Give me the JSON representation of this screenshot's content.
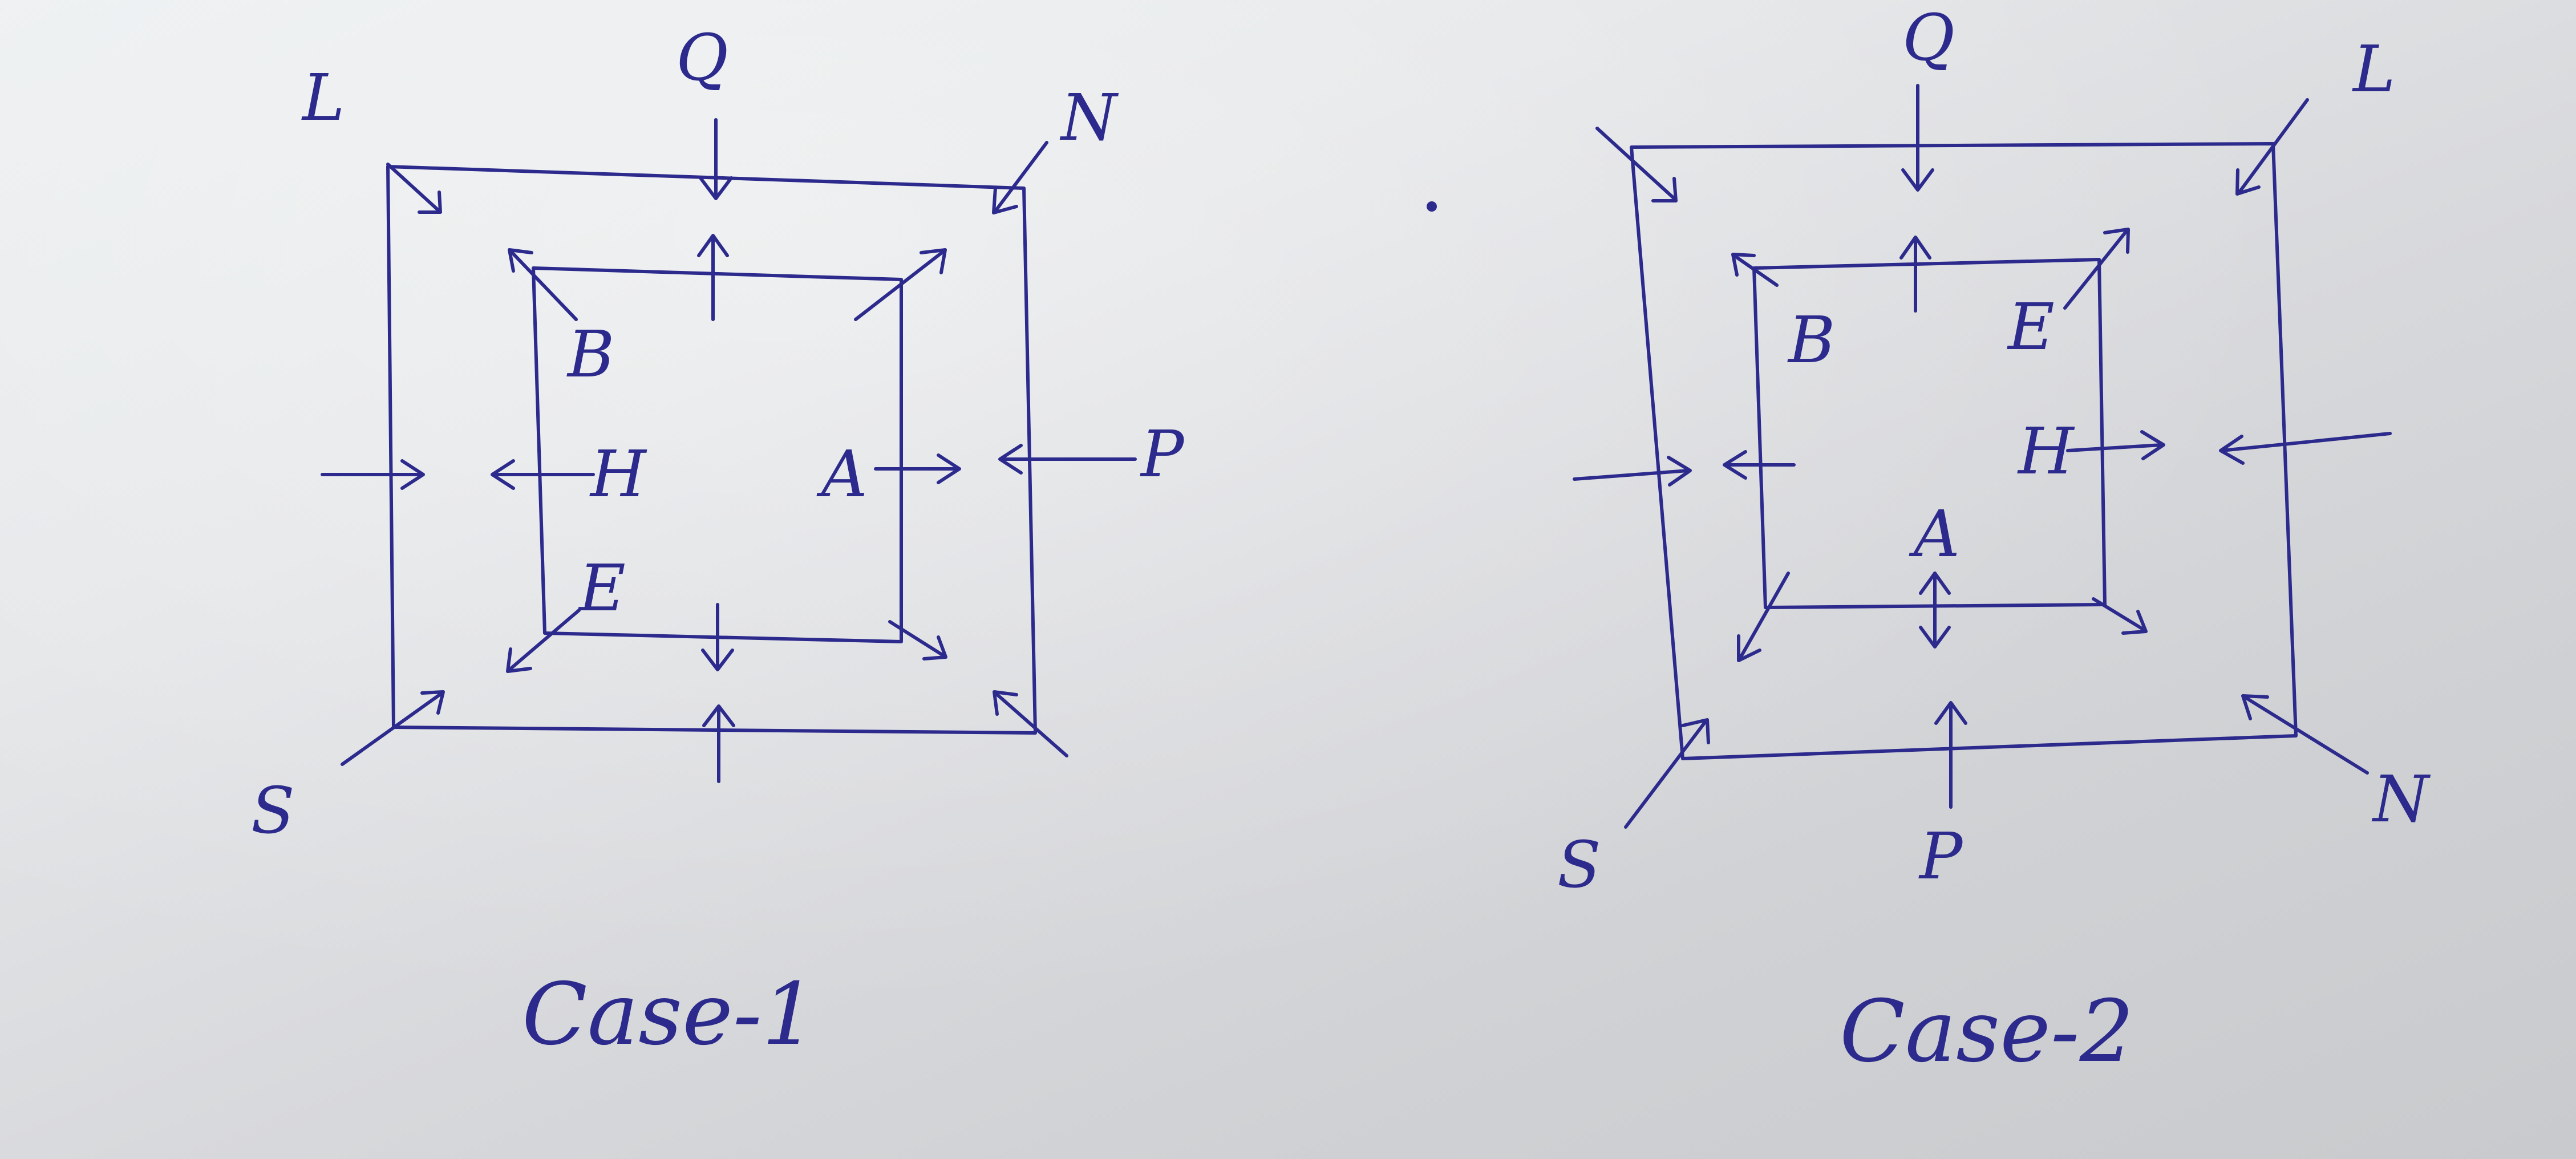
{
  "diagrams": [
    {
      "labels": {
        "top": "Q",
        "left_top": "L",
        "right_top": "N",
        "right": "P",
        "bottom_left": "S",
        "inner_top_left": "B",
        "inner_left": "H",
        "inner_right": "A",
        "inner_bottom_left": "E"
      },
      "caption": "Case-1"
    },
    {
      "labels": {
        "top": "Q",
        "right_top": "L",
        "bottom_right": "N",
        "bottom": "P",
        "bottom_left": "S",
        "inner_top_left": "B",
        "inner_top_right": "E",
        "inner_right": "H",
        "inner_center": "A"
      },
      "caption": "Case-2"
    }
  ],
  "ink_color": "#2c2a8c"
}
